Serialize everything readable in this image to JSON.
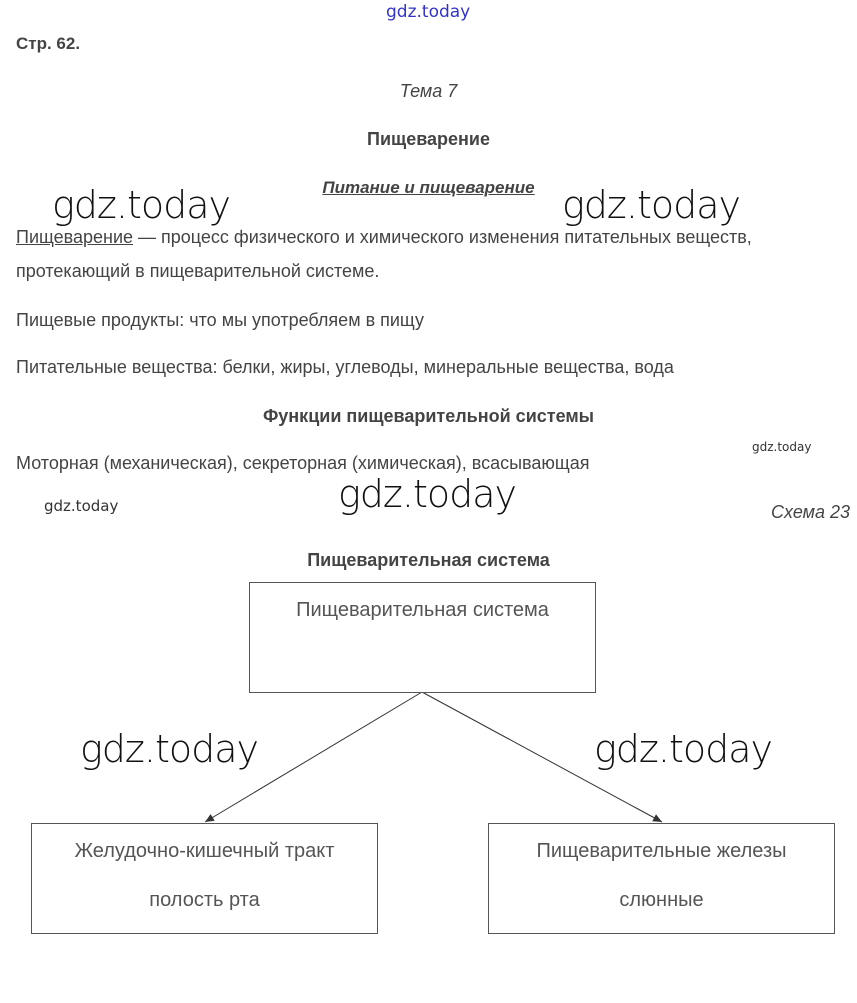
{
  "watermarks": {
    "top": "gdz.today",
    "big_left": "gdz.today",
    "big_right": "gdz.today",
    "big_center": "gdz.today",
    "small_right": "gdz.today",
    "small_left": "gdz.today",
    "diagram_left": "gdz.today",
    "diagram_right": "gdz.today"
  },
  "page_label": "Стр. 62.",
  "topic": "Тема 7",
  "title": "Пищеварение",
  "subtitle": "Питание и пищеварение",
  "definition": {
    "term": "Пищеварение",
    "text_line1": " — процесс физического и химического изменения питательных веществ,",
    "text_line2": "протекающий в пищеварительной системе."
  },
  "food_products": "Пищевые продукты: что мы употребляем в пищу",
  "nutrients": "Питательные вещества: белки, жиры, углеводы, минеральные вещества, вода",
  "functions_heading": "Функции пищеварительной системы",
  "functions_text": "Моторная (механическая), секреторная (химическая), всасывающая",
  "scheme_label": "Схема 23",
  "diagram": {
    "heading": "Пищеварительная система",
    "root": "Пищеварительная система",
    "left": {
      "title": "Желудочно-кишечный тракт",
      "answer": "полость рта"
    },
    "right": {
      "title": "Пищеварительные железы",
      "answer": "слюнные"
    }
  }
}
